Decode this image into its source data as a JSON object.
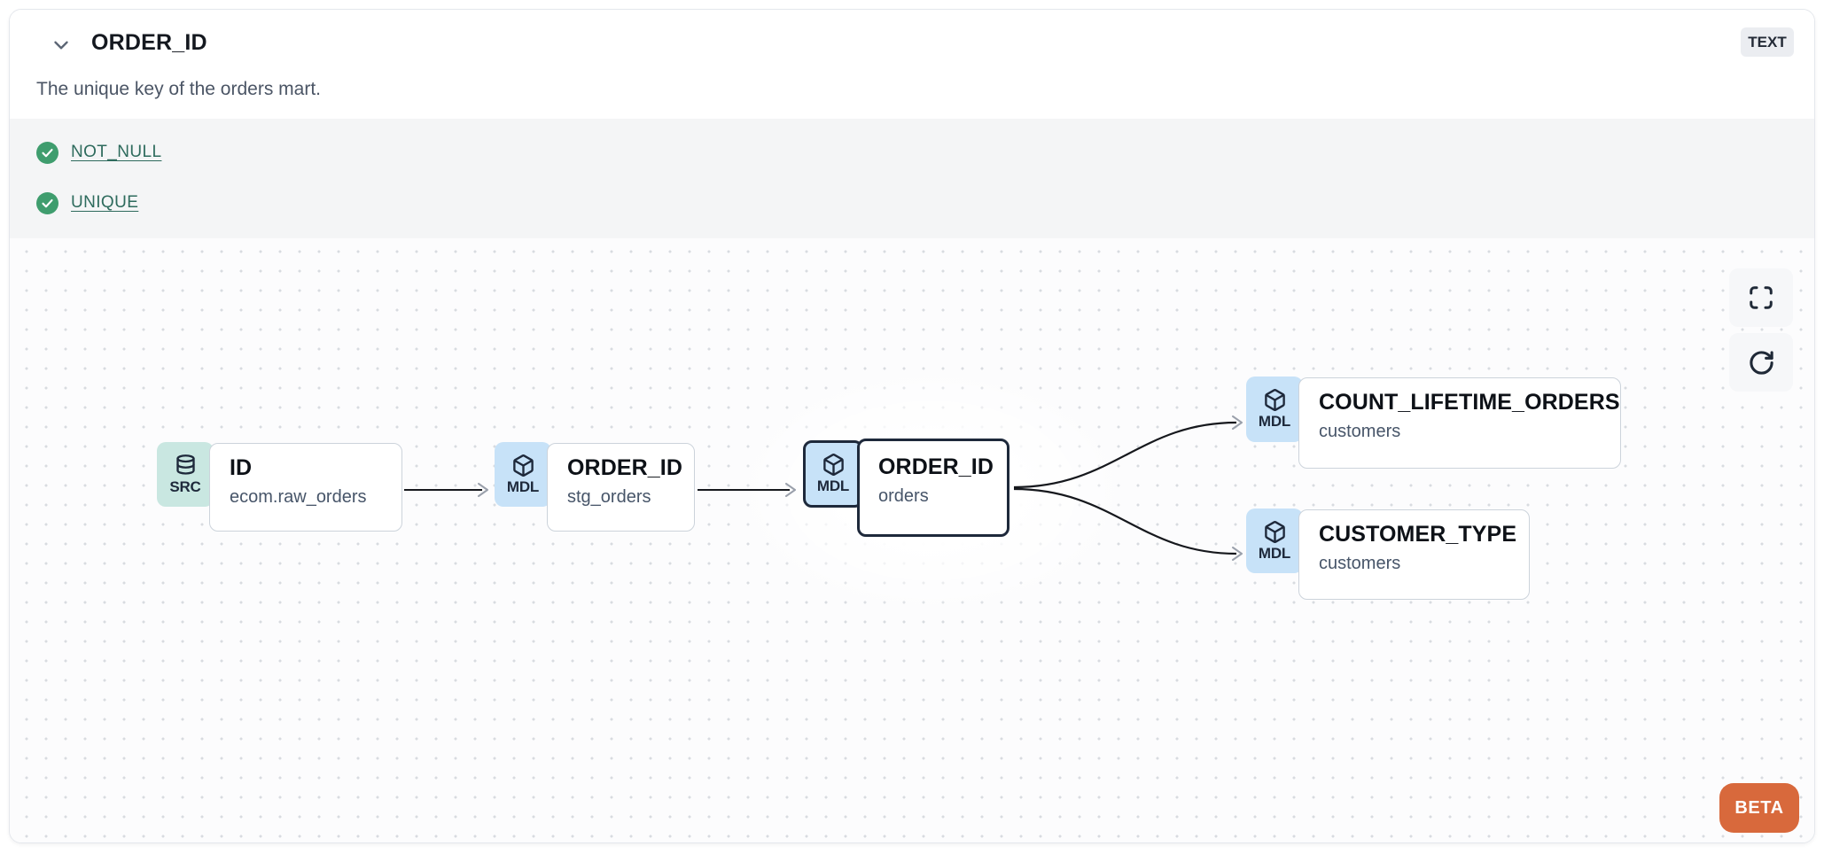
{
  "header": {
    "title": "ORDER_ID",
    "type_badge": "TEXT",
    "description": "The unique key of the orders mart."
  },
  "tests": {
    "items": [
      {
        "label": "NOT_NULL",
        "status": "pass"
      },
      {
        "label": "UNIQUE",
        "status": "pass"
      }
    ]
  },
  "lineage": {
    "nodes": [
      {
        "kind": "SRC",
        "title": "ID",
        "subtitle": "ecom.raw_orders",
        "icon": "database-icon",
        "selected": false
      },
      {
        "kind": "MDL",
        "title": "ORDER_ID",
        "subtitle": "stg_orders",
        "icon": "cube-icon",
        "selected": false
      },
      {
        "kind": "MDL",
        "title": "ORDER_ID",
        "subtitle": "orders",
        "icon": "cube-icon",
        "selected": true
      },
      {
        "kind": "MDL",
        "title": "COUNT_LIFETIME_ORDERS",
        "subtitle": "customers",
        "icon": "cube-icon",
        "selected": false
      },
      {
        "kind": "MDL",
        "title": "CUSTOMER_TYPE",
        "subtitle": "customers",
        "icon": "cube-icon",
        "selected": false
      }
    ],
    "edges": [
      {
        "from": "ID (ecom.raw_orders)",
        "to": "ORDER_ID (stg_orders)"
      },
      {
        "from": "ORDER_ID (stg_orders)",
        "to": "ORDER_ID (orders)"
      },
      {
        "from": "ORDER_ID (orders)",
        "to": "COUNT_LIFETIME_ORDERS (customers)"
      },
      {
        "from": "ORDER_ID (orders)",
        "to": "CUSTOMER_TYPE (customers)"
      }
    ],
    "controls": {
      "fullscreen": "fullscreen",
      "refresh": "refresh"
    },
    "beta_label": "BETA"
  },
  "colors": {
    "accent_orange": "#d8693c",
    "check_green": "#3f9d6e",
    "link_teal": "#2e6b5d",
    "src_badge_teal": "#c9e7e1",
    "mdl_badge_blue": "#c7e2f8",
    "selected_border": "#1e293b"
  }
}
